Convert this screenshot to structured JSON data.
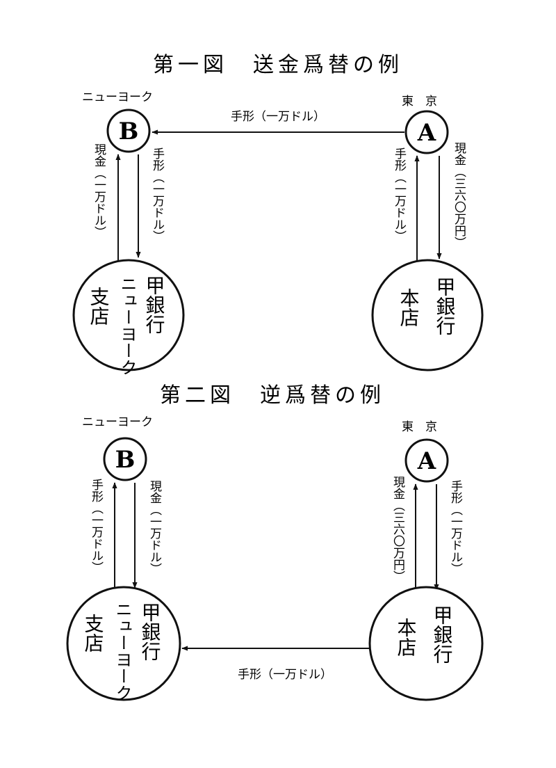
{
  "figure1": {
    "title": "第一図　送金爲替の例",
    "loc_left": "ニューヨーク",
    "loc_right": "東　京",
    "node_b": "B",
    "node_a": "A",
    "branch": {
      "col1": "支店",
      "col2": "ニューヨーク",
      "col3": "甲銀行"
    },
    "head": {
      "col1": "本店",
      "col2": "甲銀行"
    },
    "arrow_top": "手形（一万ドル）",
    "left_up": "現金（一万ドル）",
    "left_down": "手形（一万ドル）",
    "right_up": "手形（一万ドル）",
    "right_down": "現金（三六〇万円）"
  },
  "figure2": {
    "title": "第二図　逆爲替の例",
    "loc_left": "ニューヨーク",
    "loc_right": "東　京",
    "node_b": "B",
    "node_a": "A",
    "branch": {
      "col1": "支店",
      "col2": "ニューヨーク",
      "col3": "甲銀行"
    },
    "head": {
      "col1": "本店",
      "col2": "甲銀行"
    },
    "arrow_bottom": "手形（一万ドル）",
    "left_up": "手形（一万ドル）",
    "left_down": "現金（一万ドル）",
    "right_up": "現金（三六〇万円）",
    "right_down": "手形（一万ドル）"
  }
}
